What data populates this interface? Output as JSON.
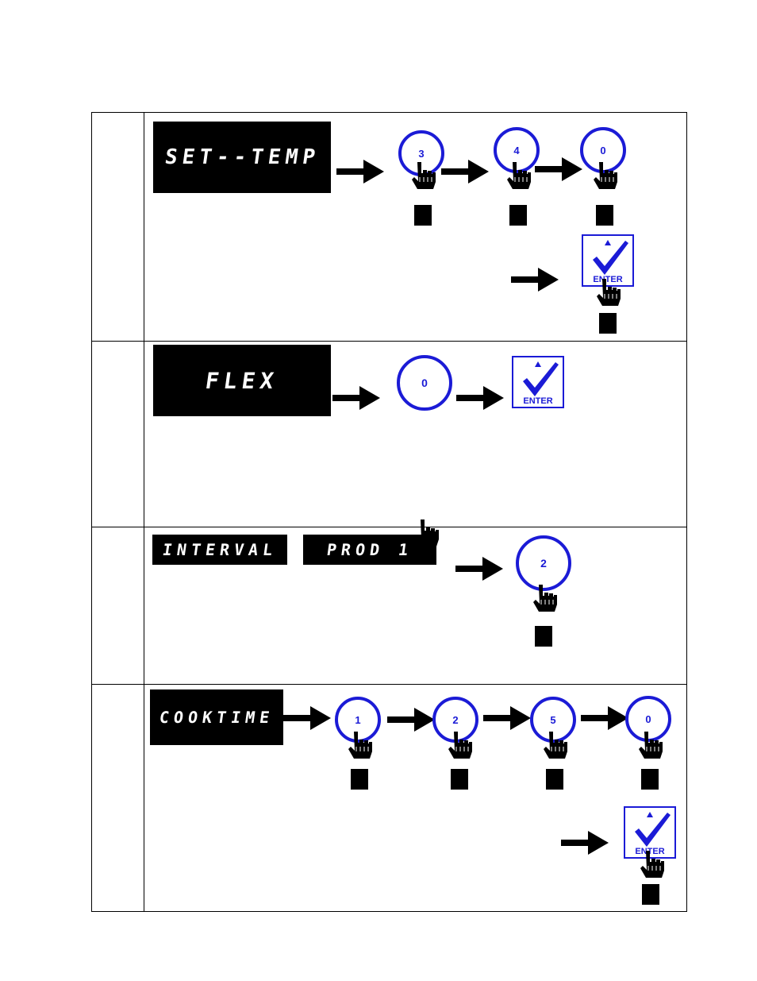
{
  "rows": [
    {
      "display": "SET--TEMP",
      "keys": [
        "3",
        "4",
        "0"
      ],
      "enter_label": "ENTER"
    },
    {
      "display": "FLEX",
      "keys": [
        "0"
      ],
      "enter_label": "ENTER"
    },
    {
      "displays": [
        "INTERVAL",
        "PROD 1"
      ],
      "keys": [
        "2"
      ]
    },
    {
      "display": "COOKTIME",
      "keys": [
        "1",
        "2",
        "5",
        "0"
      ],
      "enter_label": "ENTER"
    }
  ],
  "colors": {
    "key_blue": "#1b1bd6",
    "display_bg": "#000000",
    "display_text": "#ffffff"
  },
  "icons": {
    "hand": "pointing-hand-icon",
    "arrow": "right-arrow-icon",
    "enter": "enter-checkmark-icon"
  }
}
